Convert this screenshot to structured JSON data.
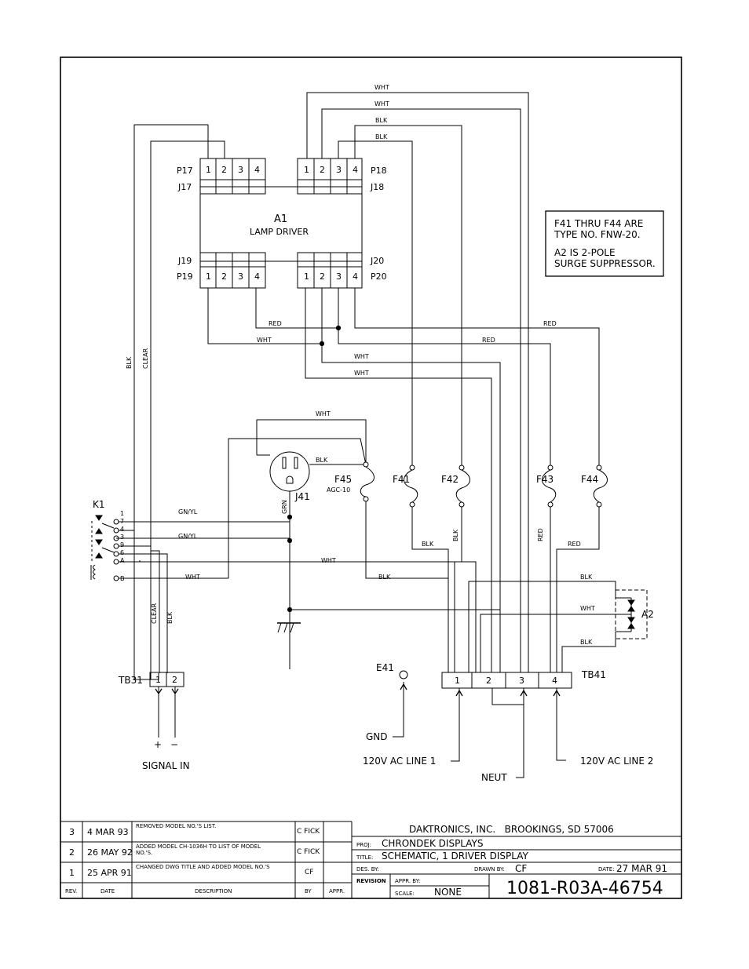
{
  "note": {
    "line1": "F41 THRU F44 ARE",
    "line2": "TYPE NO. FNW-20.",
    "line3": "A2 IS 2-POLE",
    "line4": "SURGE SUPPRESSOR."
  },
  "components": {
    "a1_ref": "A1",
    "a1_name": "LAMP DRIVER",
    "p17": "P17",
    "j17": "J17",
    "p18": "P18",
    "j18": "J18",
    "j19": "J19",
    "p19": "P19",
    "j20": "J20",
    "p20": "P20",
    "pins": [
      "1",
      "2",
      "3",
      "4"
    ],
    "k1": "K1",
    "j41": "J41",
    "f45": "F45",
    "f45_type": "AGC-10",
    "f41": "F41",
    "f42": "F42",
    "f43": "F43",
    "f44": "F44",
    "a2": "A2",
    "e41": "E41",
    "tb31": "TB31",
    "tb41": "TB41",
    "k1_terms": [
      "1",
      "7",
      "4",
      "3",
      "9",
      "6",
      "A",
      "B"
    ]
  },
  "wires": {
    "wht": "WHT",
    "blk": "BLK",
    "red": "RED",
    "clear": "CLEAR",
    "grn": "GRN",
    "gnyl": "GN/YL"
  },
  "io": {
    "plus": "+",
    "minus": "−",
    "signal_in": "SIGNAL IN",
    "gnd": "GND",
    "line1": "120V AC LINE 1",
    "neut": "NEUT",
    "line2": "120V AC LINE 2"
  },
  "revisions": [
    {
      "rev": "3",
      "date": "4 MAR 93",
      "desc": "REMOVED MODEL NO.'S LIST.",
      "by": "C FICK"
    },
    {
      "rev": "2",
      "date": "26 MAY 92",
      "desc1": "ADDED MODEL CH-1036H TO LIST OF MODEL",
      "desc2": "NO.'S.",
      "by": "C FICK"
    },
    {
      "rev": "1",
      "date": "25 APR 91",
      "desc": "CHANGED DWG TITLE AND ADDED MODEL NO.'S",
      "by": "CF"
    }
  ],
  "rev_headers": {
    "rev": "REV.",
    "date": "DATE",
    "desc": "DESCRIPTION",
    "by": "BY",
    "appr": "APPR."
  },
  "title_block": {
    "company": "DAKTRONICS, INC.   BROOKINGS, SD 57006",
    "proj_label": "PROJ:",
    "proj": "CHRONDEK DISPLAYS",
    "title_label": "TITLE:",
    "title": "SCHEMATIC, 1 DRIVER DISPLAY",
    "des_label": "DES. BY:",
    "drawn_label": "DRAWN BY:",
    "drawn": "CF",
    "date_label": "DATE:",
    "date": "27 MAR 91",
    "revision_label": "REVISION",
    "appr_label": "APPR. BY:",
    "scale_label": "SCALE:",
    "scale": "NONE",
    "dwg_no": "1081-R03A-46754"
  }
}
